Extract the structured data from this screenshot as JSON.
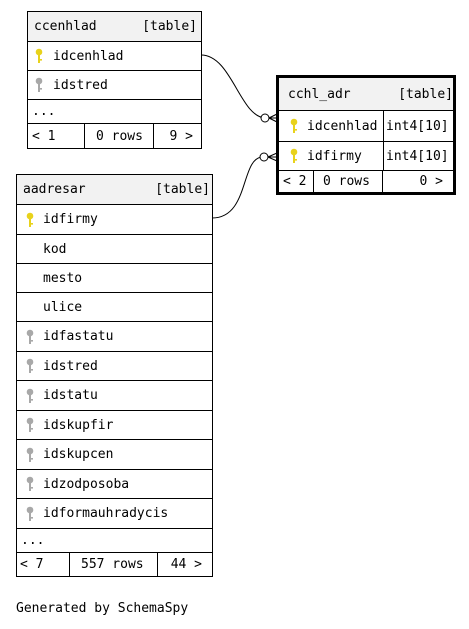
{
  "tables": {
    "ccenhlad": {
      "name": "ccenhlad",
      "kind": "[table]",
      "columns": [
        {
          "name": "idcenhlad",
          "key": "primary"
        },
        {
          "name": "idstred",
          "key": "foreign"
        }
      ],
      "ellipsis": "...",
      "footer": {
        "parents": "< 1",
        "rows": "0 rows",
        "children": "9 >"
      }
    },
    "cchl_adr": {
      "name": "cchl_adr",
      "kind": "[table]",
      "columns": [
        {
          "name": "idcenhlad",
          "type": "int4[10]",
          "key": "primary"
        },
        {
          "name": "idfirmy",
          "type": "int4[10]",
          "key": "primary"
        }
      ],
      "footer": {
        "parents": "< 2",
        "rows": "0 rows",
        "children": "0 >"
      }
    },
    "aadresar": {
      "name": "aadresar",
      "kind": "[table]",
      "columns": [
        {
          "name": "idfirmy",
          "key": "primary"
        },
        {
          "name": "kod",
          "key": "none"
        },
        {
          "name": "mesto",
          "key": "none"
        },
        {
          "name": "ulice",
          "key": "none"
        },
        {
          "name": "idfastatu",
          "key": "foreign"
        },
        {
          "name": "idstred",
          "key": "foreign"
        },
        {
          "name": "idstatu",
          "key": "foreign"
        },
        {
          "name": "idskupfir",
          "key": "foreign"
        },
        {
          "name": "idskupcen",
          "key": "foreign"
        },
        {
          "name": "idzodposoba",
          "key": "foreign"
        },
        {
          "name": "idformauhradycis",
          "key": "foreign"
        }
      ],
      "ellipsis": "...",
      "footer": {
        "parents": "< 7",
        "rows": "557 rows",
        "children": "44 >"
      }
    }
  },
  "relationships": [
    {
      "from_table": "ccenhlad",
      "from_column": "idcenhlad",
      "to_table": "cchl_adr",
      "to_column": "idcenhlad"
    },
    {
      "from_table": "aadresar",
      "from_column": "idfirmy",
      "to_table": "cchl_adr",
      "to_column": "idfirmy"
    }
  ],
  "colors": {
    "primary_key": "#e8d21b",
    "foreign_key": "#a8a8a8",
    "header_bg": "#f2f2f2"
  },
  "icons": {
    "primary": "key-icon-primary",
    "foreign": "key-icon-foreign"
  },
  "footer_credit": "Generated by SchemaSpy"
}
